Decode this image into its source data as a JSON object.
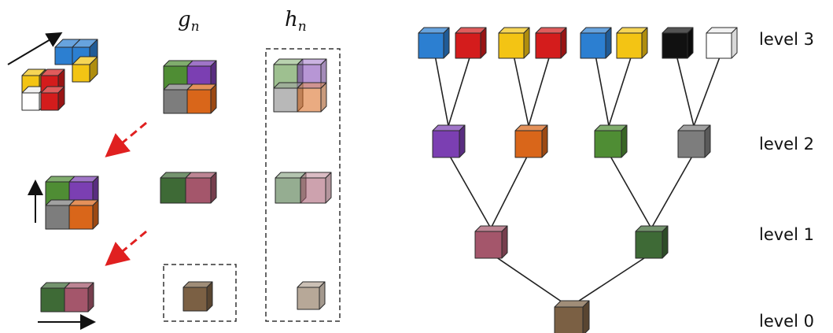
{
  "headers": {
    "g": "g",
    "g_sub": "n",
    "h": "h",
    "h_sub": "n"
  },
  "levels": [
    "level 3",
    "level 2",
    "level 1",
    "level 0"
  ],
  "colors": {
    "blue": "#2c7fd1",
    "red": "#d41c1c",
    "yellow": "#f3c414",
    "black": "#111111",
    "white": "#ffffff",
    "purple": "#7b3fb2",
    "orange": "#d9661a",
    "green": "#4f8d34",
    "gray": "#7d7d7d",
    "dark_green": "#3e6a36",
    "mauve": "#a4566b",
    "brown": "#7b6044",
    "arrow_red": "#e02020",
    "edge": "#222222"
  },
  "tree": {
    "level3": [
      "blue",
      "red",
      "yellow",
      "red",
      "blue",
      "yellow",
      "black",
      "white"
    ],
    "level2": [
      "purple",
      "orange",
      "green",
      "gray"
    ],
    "level1": [
      "mauve",
      "dark_green"
    ],
    "level0": [
      "brown"
    ]
  }
}
